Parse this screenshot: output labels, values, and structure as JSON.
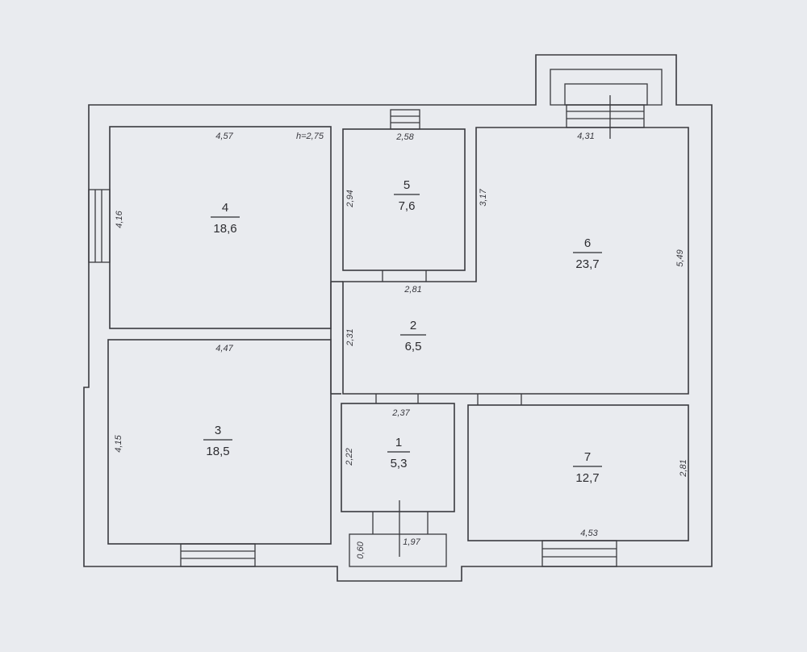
{
  "plan": {
    "ceiling_height": "h=2,75",
    "rooms": [
      {
        "id": "room-1",
        "number": "1",
        "area": "5,3"
      },
      {
        "id": "room-2",
        "number": "2",
        "area": "6,5"
      },
      {
        "id": "room-3",
        "number": "3",
        "area": "18,5"
      },
      {
        "id": "room-4",
        "number": "4",
        "area": "18,6"
      },
      {
        "id": "room-5",
        "number": "5",
        "area": "7,6"
      },
      {
        "id": "room-6",
        "number": "6",
        "area": "23,7"
      },
      {
        "id": "room-7",
        "number": "7",
        "area": "12,7"
      }
    ],
    "dimensions": {
      "r4_width": "4,57",
      "r4_height": "4,16",
      "r5_width": "2,58",
      "r5_height": "2,94",
      "r6_width": "4,31",
      "r6_height_left": "3,17",
      "r6_height_right": "5,49",
      "r2_width": "2,81",
      "r2_height": "2,31",
      "r3_width": "4,47",
      "r3_height": "4,15",
      "r1_width": "2,37",
      "r1_height": "2,22",
      "r7_height": "2,81",
      "r7_width": "4,53",
      "porch_width": "1,97",
      "porch_depth": "0,60"
    }
  }
}
